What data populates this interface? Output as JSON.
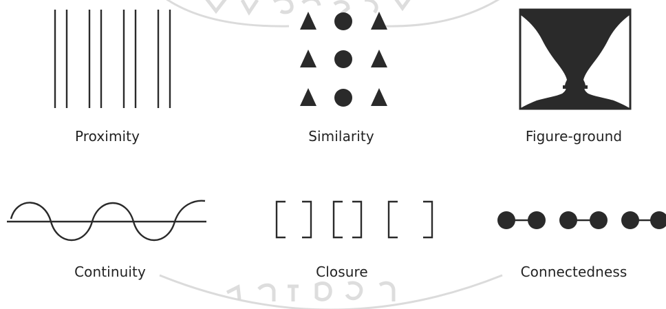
{
  "labels": {
    "proximity": "Proximity",
    "similarity": "Similarity",
    "figure_ground": "Figure-ground",
    "continuity": "Continuity",
    "closure": "Closure",
    "connectedness": "Connectedness"
  },
  "colors": {
    "ink": "#2a2a2a",
    "watermark": "#bdbdbd"
  }
}
